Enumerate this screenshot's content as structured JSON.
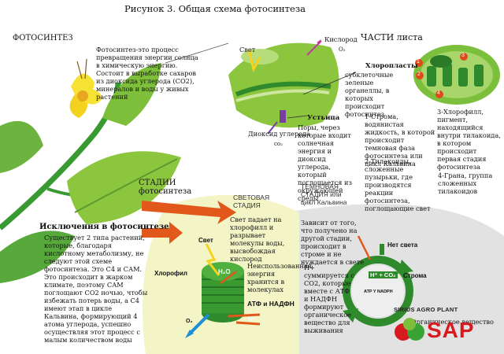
{
  "title": "Рисунок 3. Общая схема фотосинтеза",
  "photosynthesis": {
    "heading": "ФОТОСИНТЕЗ",
    "definition": "Фотосинтез-это процесс превращения энергии солнца в химическую энергию. Состоит в выработке сахаров из диоксида углерода (CO2), минералов и воды у живых растений"
  },
  "leaf": {
    "label_light": "Свет",
    "label_oxygen": "Кислород",
    "label_oxygen_formula": "O₂",
    "label_co2": "Диоксид углерода",
    "label_co2_formula": "co₂",
    "parts_heading": "ЧАСТИ листа",
    "chloroplasts_heading": "Хлоропласты",
    "chloroplasts_text": "субклеточные зеленые органеллы, в которых происходит фотосинтез",
    "stomata_heading": "Устьица",
    "stomata_text": "Поры, через которые входит солнечная энергия и диоксид углерода, который поглощается из окружающей среды",
    "part1": "1-Строма, водянистая жидкость, в которой происходит темновая фаза фотосинтеза или цикл Кальвина",
    "part2": "2-Тилакоиды, сложенные пузырьки, где производятся реакции фотосинтеза, поглощающие свет",
    "part3": "3-Хлорофилл, пигмент, находящийся внутри тилакоида, в котором происходит первая стадия фотосинтеза",
    "part4": "4-Грана, группа сложенных тилакоидов",
    "num1": "1",
    "num2": "2",
    "num3": "3",
    "num4": "4"
  },
  "stages": {
    "heading": "СТАДИИ фотосинтеза",
    "light_stage_heading": "СВЕТОВАЯ СТАДИЯ",
    "light_stage_text": "Свет падает на хлорофилл и разрывает молекулы воды, высвобождая кислород",
    "unused_energy_text": "Неиспользованная энергия хранится в молекулах",
    "dark_stage_heading": "ТЕМНОВАЯ СТАДИЯ или цикл Кальвина",
    "dark_stage_text": "Зависит от того, что получено на другой стадии, происходит в строме и не нуждается в свете",
    "hplus_text": "H+ суммируется с CO2, которые вместе с АТФ и НАДФН формируют органическое вещество для выживания",
    "label_light": "Свет",
    "label_chlorophyll": "Хлорофил",
    "label_h2o": "H₂O",
    "label_atp": "АТФ и НАДФН",
    "label_hplus": "H⁺",
    "label_o2": "O₂",
    "label_no_light": "Нет света",
    "label_h_co2": "H⁺ + CO₂",
    "label_stroma": "Строма",
    "label_atp_nadph": "ATP Y NADPH",
    "label_organic": "Органическое вещество"
  },
  "exceptions": {
    "heading": "Исключения в фотосинтезе",
    "text": "Существует 2 типа растений, которые, благодаря кислотному метаболизму, не следуют этой схеме фотосинтеза. Это С4 и САМ. Это происходит в жарком климате, поэтому САМ поглощают CO2 ночью, чтобы избежать потерь воды, а С4 имеют этап в цикле Кальвина, формирующий 4 атома углерода, успешно осуществляя этот процесс с малым количеством воды"
  },
  "logo": {
    "brand": "SIRIUS AGRO PLANT",
    "short": "SAP"
  },
  "colors": {
    "leaf": "#8cc63f",
    "dark_leaf": "#2f8a2b",
    "light_stage_bg": "#f4f6c8",
    "dark_stage_bg": "#e2e2e2",
    "arrow": "#e2581b",
    "logo_red": "#d71920"
  }
}
